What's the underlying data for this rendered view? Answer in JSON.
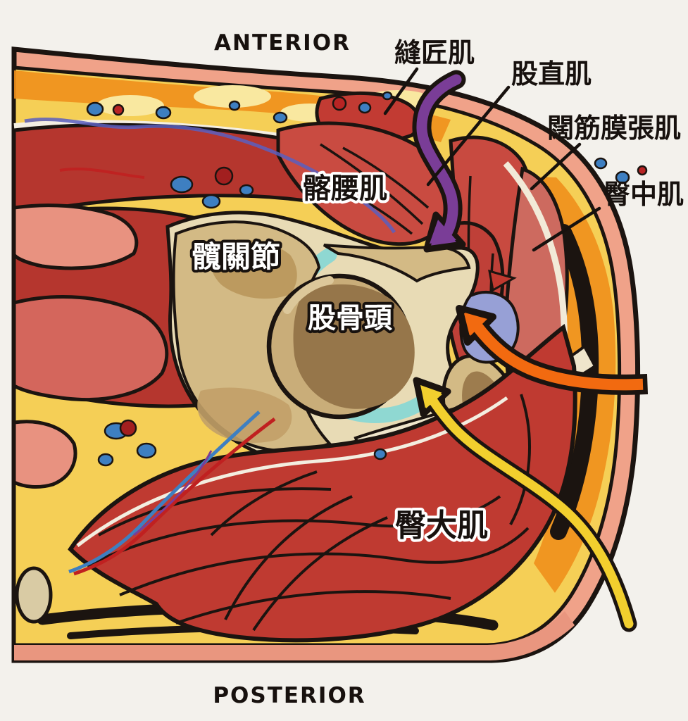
{
  "figure": {
    "type": "anatomical-cross-section-diagram",
    "orientation_top": "ANTERIOR",
    "orientation_bottom": "POSTERIOR",
    "labels": {
      "sartorius": "縫匠肌",
      "rectus_femoris": "股直肌",
      "tensor_fasciae_latae": "闊筋膜張肌",
      "gluteus_medius": "臀中肌",
      "iliopsoas": "髂腰肌",
      "hip_joint": "髖關節",
      "femoral_head": "股骨頭",
      "gluteus_maximus": "臀大肌"
    },
    "arrows": [
      {
        "name": "purple-curved-arrow",
        "color": "#7a3d97"
      },
      {
        "name": "orange-curved-arrow",
        "color": "#f26a10"
      },
      {
        "name": "yellow-curved-arrow",
        "color": "#f2cf2e"
      }
    ],
    "colors": {
      "background": "#f3f1ec",
      "skin": "#f0a289",
      "fat_yellow": "#f5cf56",
      "fat_orange": "#ef8f1c",
      "muscle_red": "#c23b33",
      "muscle_dark": "#a52d26",
      "muscle_light": "#d4665c",
      "bone_cream": "#e8dbb5",
      "bone_tan": "#c9ad79",
      "bone_brown": "#96764a",
      "joint_space_cyan": "#8fd8d2",
      "ligament_lavender": "#97a0d6",
      "vessel_blue": "#3e7fc1",
      "vessel_red": "#b92424",
      "outline_black": "#1b1410",
      "arrow_purple": "#7a3d97",
      "arrow_orange": "#f26a10",
      "arrow_yellow": "#f2cf2e"
    }
  }
}
